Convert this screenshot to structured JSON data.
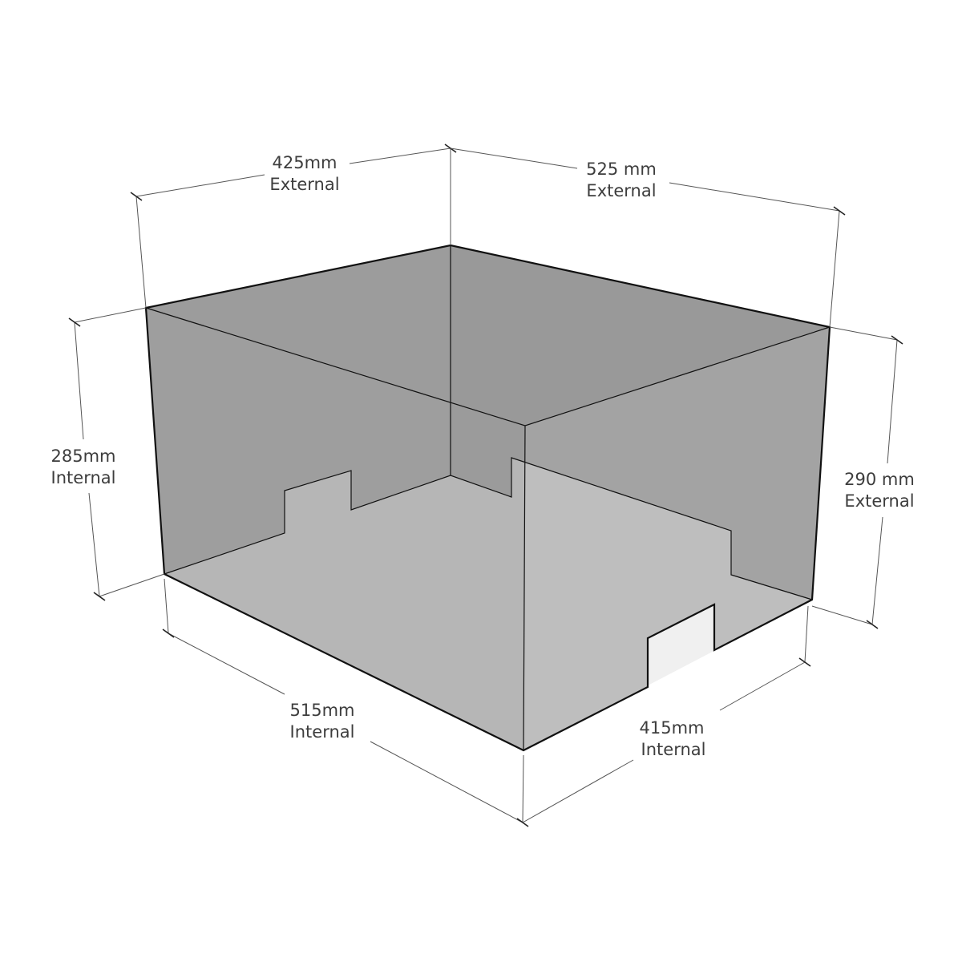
{
  "colors": {
    "background": "#ffffff",
    "top_face": "#8a8a8a",
    "back_wall": "#9c9c9c",
    "left_wall": "#a3a3a3",
    "right_wall": "#999999",
    "floor": "#bdbdbd",
    "front_wall": "#c2c2c2",
    "edge": "#111111",
    "dimension_text": "#3d3d3d"
  },
  "dimensions": {
    "top_left": {
      "value": "425mm",
      "kind": "External"
    },
    "top_right": {
      "value": "525 mm",
      "kind": "External"
    },
    "left_height": {
      "value": "285mm",
      "kind": "Internal"
    },
    "right_height": {
      "value": "290 mm",
      "kind": "External"
    },
    "bottom_left": {
      "value": "515mm",
      "kind": "Internal"
    },
    "bottom_right": {
      "value": "415mm",
      "kind": "Internal"
    }
  }
}
